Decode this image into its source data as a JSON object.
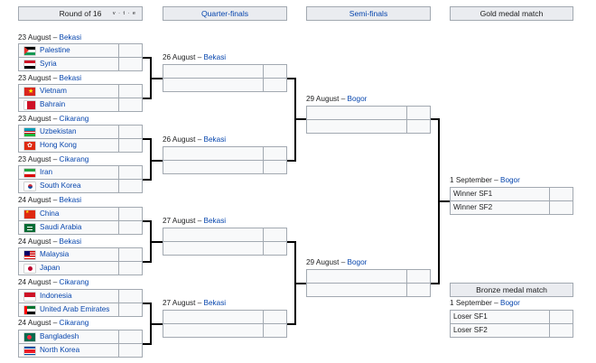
{
  "headers": {
    "r16": "Round of 16",
    "vte": "v · t · e",
    "qf": "Quarter-finals",
    "sf": "Semi-finals",
    "gold": "Gold medal match",
    "bronze": "Bronze medal match"
  },
  "r16": [
    {
      "date": "23 August – ",
      "venue": "Bekasi",
      "teams": [
        "Palestine",
        "Syria"
      ]
    },
    {
      "date": "23 August – ",
      "venue": "Bekasi",
      "teams": [
        "Vietnam",
        "Bahrain"
      ]
    },
    {
      "date": "23 August – ",
      "venue": "Cikarang",
      "teams": [
        "Uzbekistan",
        "Hong Kong"
      ]
    },
    {
      "date": "23 August – ",
      "venue": "Cikarang",
      "teams": [
        "Iran",
        "South Korea"
      ]
    },
    {
      "date": "24 August – ",
      "venue": "Bekasi",
      "teams": [
        "China",
        "Saudi Arabia"
      ]
    },
    {
      "date": "24 August – ",
      "venue": "Bekasi",
      "teams": [
        "Malaysia",
        "Japan"
      ]
    },
    {
      "date": "24 August – ",
      "venue": "Cikarang",
      "teams": [
        "Indonesia",
        "United Arab Emirates"
      ]
    },
    {
      "date": "24 August – ",
      "venue": "Cikarang",
      "teams": [
        "Bangladesh",
        "North Korea"
      ]
    }
  ],
  "qf": [
    {
      "date": "26 August – ",
      "venue": "Bekasi"
    },
    {
      "date": "26 August – ",
      "venue": "Bekasi"
    },
    {
      "date": "27 August – ",
      "venue": "Bekasi"
    },
    {
      "date": "27 August – ",
      "venue": "Bekasi"
    }
  ],
  "sf": [
    {
      "date": "29 August – ",
      "venue": "Bogor"
    },
    {
      "date": "29 August – ",
      "venue": "Bogor"
    }
  ],
  "gold": {
    "date": "1 September – ",
    "venue": "Bogor",
    "teams": [
      "Winner SF1",
      "Winner SF2"
    ]
  },
  "bronze": {
    "date": "1 September – ",
    "venue": "Bogor",
    "teams": [
      "Loser SF1",
      "Loser SF2"
    ]
  }
}
